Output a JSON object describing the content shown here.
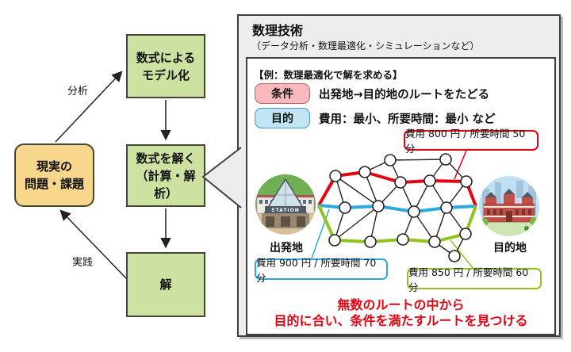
{
  "flowchart": {
    "problem_box": [
      "現実の",
      "問題・課題"
    ],
    "model_box": [
      "数式による",
      "モデル化"
    ],
    "solve_box": [
      "数式を解く",
      "（計算・解析）"
    ],
    "solution_box": "解",
    "arrow_labels": {
      "analysis": "分析",
      "practice": "実践"
    }
  },
  "panel": {
    "title": "数理技術",
    "subtitle": "（データ分析・数理最適化・シミュレーションなど）",
    "example": {
      "heading": "【例：数理最適化で解を求める】",
      "condition_badge": "条件",
      "condition_text": "出発地→目的地のルートをたどる",
      "objective_badge": "目的",
      "objective_text": "費用：最小、所要時間：最小 など",
      "route_labels": {
        "red": "費用 800 円 / 所要時間 50 分",
        "blue": "費用 900 円 / 所要時間 70 分",
        "green": "費用 850 円 / 所要時間 60 分"
      },
      "origin_label": "出発地",
      "destination_label": "目的地",
      "station_sign": "STATION",
      "conclusion": [
        "無数のルートの中から",
        "目的に合い、条件を満たすルートを見つける"
      ]
    }
  },
  "colors": {
    "route_red": "#e60012",
    "route_blue": "#2ca9e1",
    "route_green": "#8fc31f",
    "box_green": "#cde1a0",
    "box_orange": "#f8d78d",
    "badge_pink": "#f7b9bc",
    "badge_blue": "#c2e5f5",
    "panel_bg": "#ededed",
    "conclusion_red": "#e60012"
  }
}
